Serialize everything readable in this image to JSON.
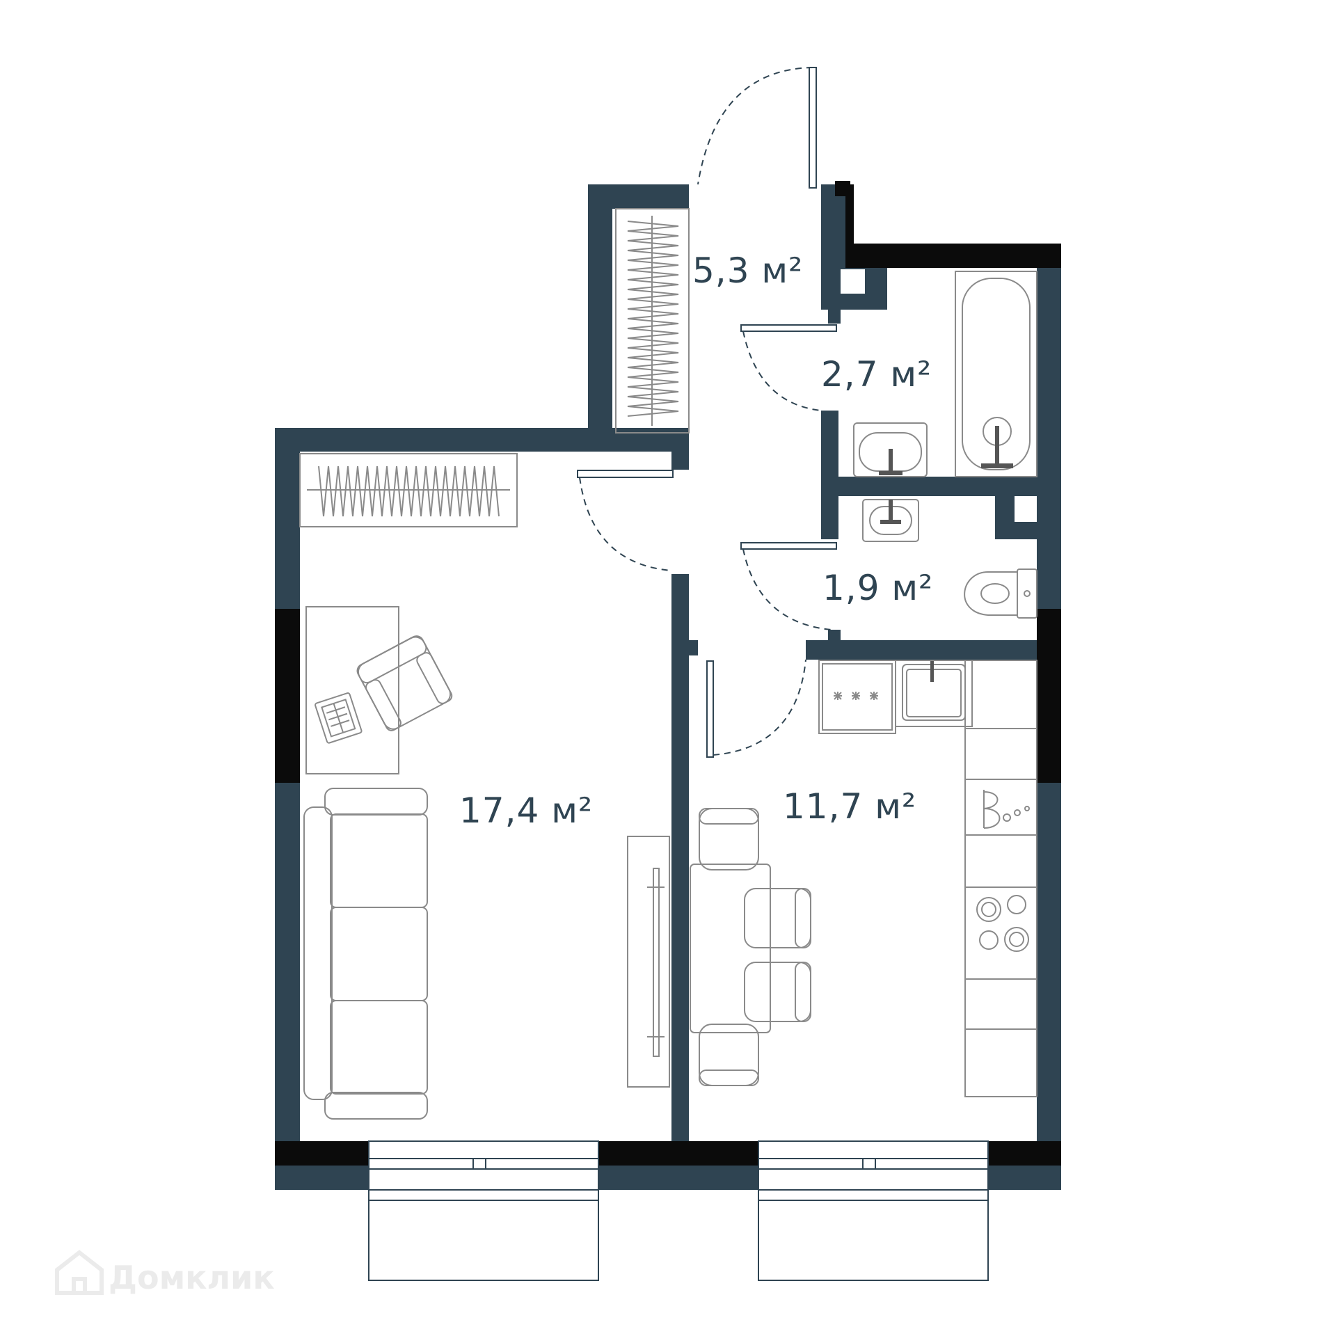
{
  "rooms": [
    {
      "id": "hall",
      "area": "5,3 м²"
    },
    {
      "id": "bathroom",
      "area": "2,7 м²"
    },
    {
      "id": "toilet",
      "area": "1,9 м²"
    },
    {
      "id": "living",
      "area": "17,4 м²"
    },
    {
      "id": "kitchen",
      "area": "11,7 м²"
    }
  ],
  "watermark": {
    "text": "Домклик",
    "icon": "house-logo-icon"
  },
  "colors": {
    "wall": "#2f4452",
    "window_wall": "#0b0b0b",
    "furniture": "#8a8a8a"
  }
}
